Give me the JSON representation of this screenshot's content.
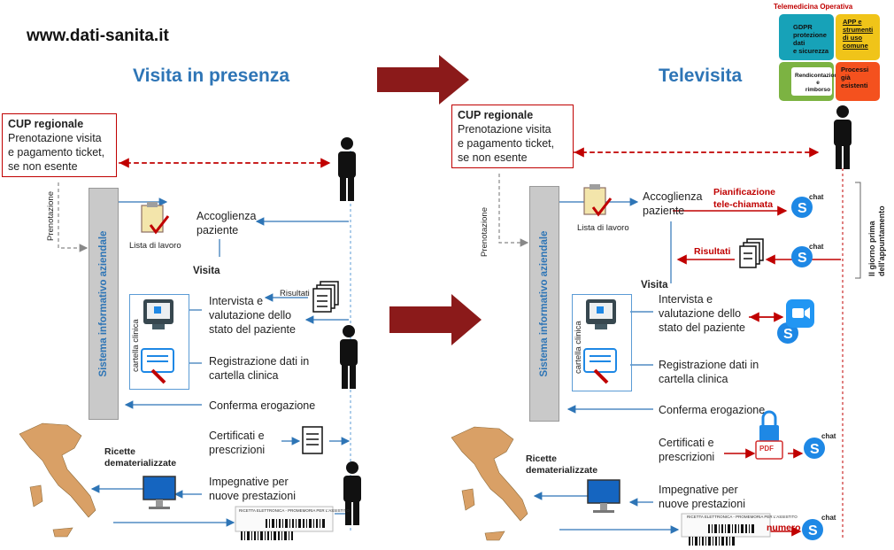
{
  "site": "www.dati-sanita.it",
  "left": {
    "title": "Visita in presenza",
    "cup_title": "CUP regionale",
    "cup_text": [
      "Prenotazione visita",
      "e pagamento ticket,",
      "se non esente"
    ],
    "prenotazione": "Prenotazione",
    "sistema": "Sistema informativo aziendale",
    "lista": "Lista di lavoro",
    "accoglienza": [
      "Accoglienza",
      "paziente"
    ],
    "visita": "Visita",
    "risultati": "Risultati",
    "cartella": "cartella clinica",
    "intervista": [
      "Intervista e",
      "valutazione dello",
      "stato del paziente"
    ],
    "registrazione": [
      "Registrazione dati in",
      "cartella clinica"
    ],
    "conferma": "Conferma erogazione",
    "certificati": [
      "Certificati e",
      "prescrizioni"
    ],
    "ricette": [
      "Ricette",
      "dematerializzate"
    ],
    "impegnative": [
      "Impegnative per",
      "nuove prestazioni"
    ],
    "receipt": "RICETTA ELETTRONICA - PROMEMORIA PER L'ASSISTITO"
  },
  "right": {
    "title": "Televisita",
    "cup_title": "CUP regionale",
    "cup_text": [
      "Prenotazione visita",
      "e pagamento ticket,",
      "se non esente"
    ],
    "prenotazione": "Prenotazione",
    "sistema": "Sistema informativo aziendale",
    "lista": "Lista di lavoro",
    "accoglienza": [
      "Accoglienza",
      "paziente"
    ],
    "pianificazione": [
      "Pianificazione",
      "tele-chiamata"
    ],
    "risultati": "Risultati",
    "visita": "Visita",
    "cartella": "cartella clinica",
    "intervista": [
      "Intervista e",
      "valutazione dello",
      "stato del paziente"
    ],
    "registrazione": [
      "Registrazione dati in",
      "cartella clinica"
    ],
    "conferma": "Conferma erogazione",
    "certificati": [
      "Certificati e",
      "prescrizioni"
    ],
    "ricette": [
      "Ricette",
      "dematerializzate"
    ],
    "impegnative": [
      "Impegnative per",
      "nuove prestazioni"
    ],
    "numero": "numero",
    "chat": "chat",
    "pdf": "PDF",
    "giorno": [
      "Il giorno prima",
      "dell'appuntamento"
    ],
    "receipt": "RICETTA ELETTRONICA - PROMEMORIA PER L'ASSISTITO"
  },
  "puzzle": {
    "title": "Telemedicina Operativa",
    "p1": [
      "GDPR",
      "protezione",
      "dati",
      "e sicurezza"
    ],
    "p2": [
      "APP e",
      "strumenti",
      "di uso",
      "comune"
    ],
    "p3": [
      "Rendicontazione",
      "e",
      "rimborso"
    ],
    "p4": [
      "Processi",
      "già",
      "esistenti"
    ],
    "colors": {
      "teal": "#17a2b8",
      "yellow": "#f0c419",
      "green": "#7cb342",
      "orange": "#f4511e"
    }
  },
  "colors": {
    "blue": "#2e75b6",
    "red": "#c00000",
    "darkred": "#8b1a1a",
    "skype": "#1e88e5"
  }
}
